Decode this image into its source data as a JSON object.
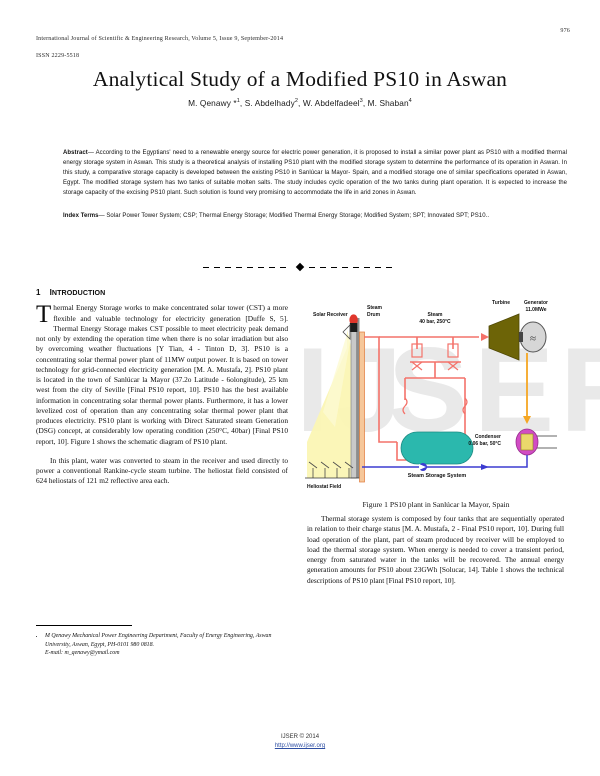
{
  "header": {
    "journal_line": "International Journal of Scientific & Engineering Research, Volume 5, Issue 9, September-2014",
    "issn": "ISSN 2229-5518",
    "page_number": "976"
  },
  "title": "Analytical Study of a Modified PS10 in Aswan",
  "authors_html": "M. Qenawy *<sup>1</sup>, S. Abdelhady<sup>2</sup>, W. Abdelfadeel<sup>3</sup>, M. Shaban<sup>4</sup>",
  "abstract": {
    "label": "Abstract",
    "dash": "—",
    "text": "According to the Egyptians' need to a renewable energy source for electric power generation, it is proposed to install a similar power plant as PS10 with a modified thermal energy storage system in Aswan. This study is a theoretical analysis of installing PS10 plant with the modified storage system to determine the performance of its operation in Aswan. In this study, a comparative storage capacity is developed between the existing PS10 in Sanlúcar la Mayor- Spain, and a modified storage one of similar specifications operated in Aswan, Egypt. The modified storage system has two tanks of suitable molten salts. The study includes cyclic operation of the two tanks during plant operation. It is expected to increase the storage capacity of the excising PS10 plant. Such solution is found very promising to accommodate the life in arid zones in Aswan."
  },
  "index_terms": {
    "label": "Index Terms",
    "dash": "—",
    "text": "Solar Power Tower System; CSP; Thermal Energy Storage; Modified Thermal Energy Storage; Modified System; SPT; Innovated SPT; PS10.."
  },
  "sections": {
    "intro": {
      "number": "1",
      "heading": "INTRODUCTION",
      "heading_initial": "I",
      "heading_rest": "NTRODUCTION"
    }
  },
  "left_column": {
    "para1_dropcap": "T",
    "para1": "hermal Energy Storage works to make concentrated solar tower (CST) a more flexible and valuable technology for electricity generation [Duffe S, 5]. Thermal Energy Storage makes CST possible to meet electricity peak demand not only by extending the operation time when there is no solar irradiation but also by overcoming weather fluctuations [Y Tian, 4 - Tinton D, 3]. PS10 is a concentrating solar thermal power plant of 11MW output power. It is based on tower technology for grid-connected electricity generation [M. A. Mustafa, 2]. PS10 plant is located in the town of Sanlúcar la Mayor (37.2o Latitude - 6olongitude), 25 km west from the city of Seville [Final PS10 report, 10]. PS10 has the best available information in concentrating solar thermal power plants. Furthermore, it has a lower levelized cost of operation than any concentrating solar thermal power plant that produces electricity. PS10 plant is working with Direct Saturated steam Generation (DSG) concept, at considerably low operating condition (250°C, 40bar) [Final PS10 report, 10]. Figure 1 shows the schematic diagram of PS10 plant.",
    "para2": "In this plant, water was converted to steam in the receiver and used directly to power a conventional Rankine-cycle steam turbine. The heliostat field consisted of 624 heliostats of 121 m2 reflective area each."
  },
  "right_column": {
    "para1": "Thermal storage system is composed by four tanks that are sequentially operated in relation to their charge status [M. A. Mustafa, 2 - Final PS10 report, 10]. During full load operation of the plant, part of steam produced by receiver will be employed to load the thermal storage system. When energy is needed to cover a transient period, energy from saturated water in the tanks will be recovered. The annual energy generation amounts for PS10 about 23GWh [Solucar, 14]. Table 1 shows the technical descriptions of PS10 plant [Final PS10 report, 10]."
  },
  "figure": {
    "caption": "Figure 1 PS10 plant in Sanlúcar la Mayor, Spain",
    "labels": {
      "solar_receiver": "Solar Receiver",
      "steam_drum": "Steam\nDrum",
      "steam_conditions": "Steam\n40 bar, 250°C",
      "turbine": "Turbine",
      "generator": "Generator\n11.0MWe",
      "steam_storage": "Steam Storage System",
      "condenser": "Condenser\n0.06 bar, 50°C",
      "heliostat_field": "Heliostat Field"
    },
    "colors": {
      "steam_line": "#f4726a",
      "water_line": "#3b3bd0",
      "hot_line": "#f5a623",
      "tank": "#2bb8ad",
      "turbine": "#6d6407",
      "condenser": "#d14cc4",
      "sunbeam": "#f7f0a0",
      "tower": "#9a9a9a",
      "receiver": "#e8443a"
    }
  },
  "footnote": {
    "items": [
      "M Qenawy Mechanical Power Engineering Department, Faculty of Energy Engineering, Aswan University, Aswan, Egypt, PH-0101 980 0818.",
      "E-mail: m_qenawy@ymail.com"
    ]
  },
  "footer": {
    "copyright": "IJSER © 2014",
    "url": "http://www.ijser.org"
  },
  "watermark": {
    "text_left": "IJ",
    "text_right": "SER"
  }
}
